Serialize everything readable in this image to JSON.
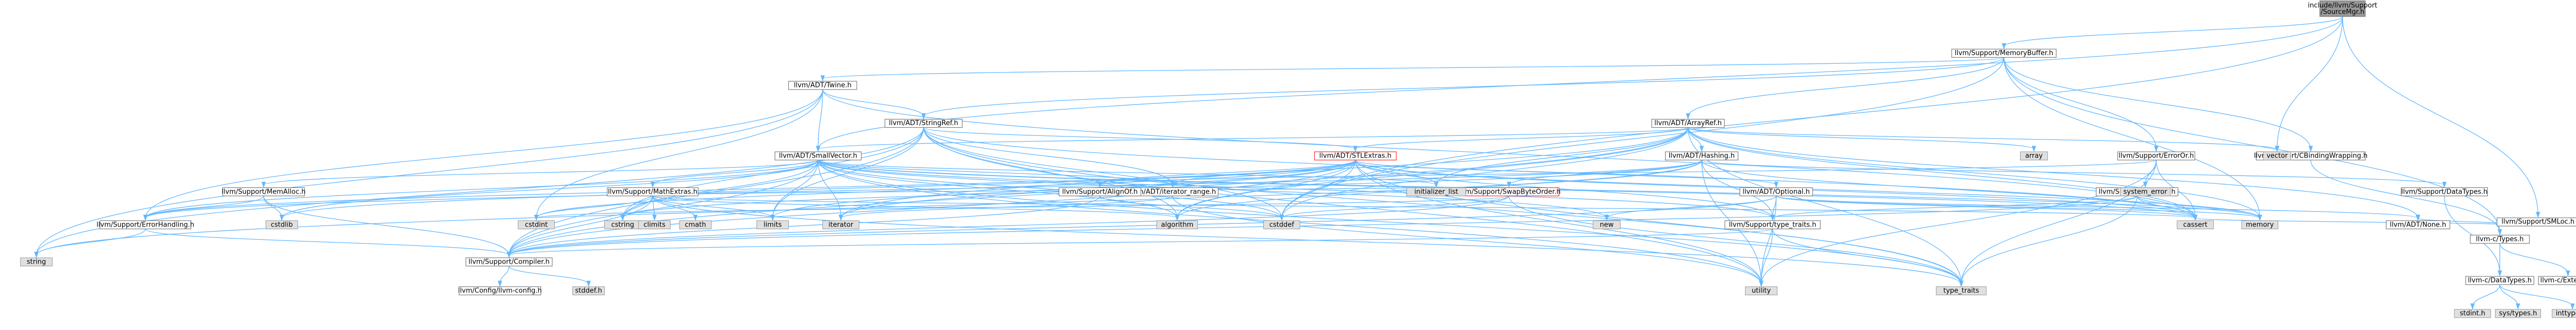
{
  "graph": {
    "nodes": [
      {
        "id": "root",
        "label": "include/llvm/Support\n/SourceMgr.h",
        "kind": "root"
      },
      {
        "id": "memorybuffer",
        "label": "llvm/Support/MemoryBuffer.h",
        "kind": "header"
      },
      {
        "id": "twine",
        "label": "llvm/ADT/Twine.h",
        "kind": "header"
      },
      {
        "id": "stringref",
        "label": "llvm/ADT/StringRef.h",
        "kind": "header"
      },
      {
        "id": "arrayref",
        "label": "llvm/ADT/ArrayRef.h",
        "kind": "header"
      },
      {
        "id": "smallvector",
        "label": "llvm/ADT/SmallVector.h",
        "kind": "header"
      },
      {
        "id": "stlextras",
        "label": "llvm/ADT/STLExtras.h",
        "kind": "highlight"
      },
      {
        "id": "hashing",
        "label": "llvm/ADT/Hashing.h",
        "kind": "header"
      },
      {
        "id": "erroror",
        "label": "llvm/Support/ErrorOr.h",
        "kind": "header"
      },
      {
        "id": "cbinding",
        "label": "llvm/Support/CBindingWrapping.h",
        "kind": "header"
      },
      {
        "id": "smloc",
        "label": "llvm/Support/SMLoc.h",
        "kind": "header"
      },
      {
        "id": "casting",
        "label": "llvm/Support/Casting.h",
        "kind": "header"
      },
      {
        "id": "datatypes_s",
        "label": "llvm/Support/DataTypes.h",
        "kind": "header"
      },
      {
        "id": "ctypes",
        "label": "llvm-c/Types.h",
        "kind": "header"
      },
      {
        "id": "cdatatypes",
        "label": "llvm-c/DataTypes.h",
        "kind": "header"
      },
      {
        "id": "externc",
        "label": "llvm-c/ExternC.h",
        "kind": "header"
      },
      {
        "id": "mathextras",
        "label": "llvm/Support/MathExtras.h",
        "kind": "header"
      },
      {
        "id": "iterator_range",
        "label": "llvm/ADT/iterator_range.h",
        "kind": "header"
      },
      {
        "id": "alignof",
        "label": "llvm/Support/AlignOf.h",
        "kind": "header"
      },
      {
        "id": "swapbyteorder",
        "label": "llvm/Support/SwapByteOrder.h",
        "kind": "highlight"
      },
      {
        "id": "optional",
        "label": "llvm/ADT/Optional.h",
        "kind": "header"
      },
      {
        "id": "memalloc",
        "label": "llvm/Support/MemAlloc.h",
        "kind": "header"
      },
      {
        "id": "errorhandling",
        "label": "llvm/Support/ErrorHandling.h",
        "kind": "header"
      },
      {
        "id": "compiler",
        "label": "llvm/Support/Compiler.h",
        "kind": "header"
      },
      {
        "id": "typetraits",
        "label": "llvm/Support/type_traits.h",
        "kind": "header"
      },
      {
        "id": "none",
        "label": "llvm/ADT/None.h",
        "kind": "header"
      },
      {
        "id": "config",
        "label": "llvm/Config/llvm-config.h",
        "kind": "header"
      },
      {
        "id": "array",
        "label": "array",
        "kind": "system"
      },
      {
        "id": "vector",
        "label": "vector",
        "kind": "system"
      },
      {
        "id": "system_error",
        "label": "system_error",
        "kind": "system"
      },
      {
        "id": "initializer_list",
        "label": "initializer_list",
        "kind": "system"
      },
      {
        "id": "new",
        "label": "new",
        "kind": "system"
      },
      {
        "id": "cstddef",
        "label": "cstddef",
        "kind": "system"
      },
      {
        "id": "cassert",
        "label": "cassert",
        "kind": "system"
      },
      {
        "id": "memory",
        "label": "memory",
        "kind": "system"
      },
      {
        "id": "algorithm",
        "label": "algorithm",
        "kind": "system"
      },
      {
        "id": "cstring",
        "label": "cstring",
        "kind": "system"
      },
      {
        "id": "cstdlib",
        "label": "cstdlib",
        "kind": "system"
      },
      {
        "id": "climits",
        "label": "climits",
        "kind": "system"
      },
      {
        "id": "cmath",
        "label": "cmath",
        "kind": "system"
      },
      {
        "id": "limits",
        "label": "limits",
        "kind": "system"
      },
      {
        "id": "iterator",
        "label": "iterator",
        "kind": "system"
      },
      {
        "id": "utility",
        "label": "utility",
        "kind": "system"
      },
      {
        "id": "type_traits",
        "label": "type_traits",
        "kind": "system"
      },
      {
        "id": "string",
        "label": "string",
        "kind": "system"
      },
      {
        "id": "cstdint",
        "label": "cstdint",
        "kind": "system"
      },
      {
        "id": "stdint",
        "label": "stdint.h",
        "kind": "system"
      },
      {
        "id": "systypes",
        "label": "sys/types.h",
        "kind": "system"
      },
      {
        "id": "inttypes",
        "label": "inttypes.h",
        "kind": "system"
      },
      {
        "id": "stddef",
        "label": "stddef.h",
        "kind": "system"
      }
    ],
    "edges": [
      [
        "root",
        "memorybuffer"
      ],
      [
        "root",
        "smallvector"
      ],
      [
        "root",
        "smloc"
      ],
      [
        "root",
        "vector"
      ],
      [
        "root",
        "cstddef"
      ],
      [
        "memorybuffer",
        "twine"
      ],
      [
        "memorybuffer",
        "arrayref"
      ],
      [
        "memorybuffer",
        "stringref"
      ],
      [
        "memorybuffer",
        "erroror"
      ],
      [
        "memorybuffer",
        "cbinding"
      ],
      [
        "memorybuffer",
        "ctypes"
      ],
      [
        "memorybuffer",
        "cstddef"
      ],
      [
        "memorybuffer",
        "memory"
      ],
      [
        "twine",
        "smallvector"
      ],
      [
        "twine",
        "stringref"
      ],
      [
        "twine",
        "errorhandling"
      ],
      [
        "twine",
        "cassert"
      ],
      [
        "twine",
        "cstdint"
      ],
      [
        "twine",
        "string"
      ],
      [
        "stringref",
        "stlextras"
      ],
      [
        "stringref",
        "iterator_range"
      ],
      [
        "stringref",
        "compiler"
      ],
      [
        "stringref",
        "algorithm"
      ],
      [
        "stringref",
        "cassert"
      ],
      [
        "stringref",
        "cstddef"
      ],
      [
        "stringref",
        "cstring"
      ],
      [
        "stringref",
        "limits"
      ],
      [
        "stringref",
        "string"
      ],
      [
        "stringref",
        "type_traits"
      ],
      [
        "stringref",
        "utility"
      ],
      [
        "arrayref",
        "hashing"
      ],
      [
        "arrayref",
        "none"
      ],
      [
        "arrayref",
        "smallvector"
      ],
      [
        "arrayref",
        "stlextras"
      ],
      [
        "arrayref",
        "compiler"
      ],
      [
        "arrayref",
        "algorithm"
      ],
      [
        "arrayref",
        "array"
      ],
      [
        "arrayref",
        "cassert"
      ],
      [
        "arrayref",
        "cstddef"
      ],
      [
        "arrayref",
        "initializer_list"
      ],
      [
        "arrayref",
        "iterator"
      ],
      [
        "arrayref",
        "memory"
      ],
      [
        "arrayref",
        "type_traits"
      ],
      [
        "arrayref",
        "vector"
      ],
      [
        "smallvector",
        "iterator_range"
      ],
      [
        "smallvector",
        "compiler"
      ],
      [
        "smallvector",
        "errorhandling"
      ],
      [
        "smallvector",
        "mathextras"
      ],
      [
        "smallvector",
        "memalloc"
      ],
      [
        "smallvector",
        "typetraits"
      ],
      [
        "smallvector",
        "algorithm"
      ],
      [
        "smallvector",
        "cassert"
      ],
      [
        "smallvector",
        "cstddef"
      ],
      [
        "smallvector",
        "cstdlib"
      ],
      [
        "smallvector",
        "cstring"
      ],
      [
        "smallvector",
        "initializer_list"
      ],
      [
        "smallvector",
        "iterator"
      ],
      [
        "smallvector",
        "limits"
      ],
      [
        "smallvector",
        "memory"
      ],
      [
        "smallvector",
        "new"
      ],
      [
        "smallvector",
        "type_traits"
      ],
      [
        "smallvector",
        "utility"
      ],
      [
        "stlextras",
        "optional"
      ],
      [
        "stlextras",
        "iterator_range"
      ],
      [
        "stlextras",
        "compiler"
      ],
      [
        "stlextras",
        "errorhandling"
      ],
      [
        "stlextras",
        "alignof"
      ],
      [
        "stlextras",
        "typetraits"
      ],
      [
        "stlextras",
        "algorithm"
      ],
      [
        "stlextras",
        "cassert"
      ],
      [
        "stlextras",
        "cstddef"
      ],
      [
        "stlextras",
        "cstdint"
      ],
      [
        "stlextras",
        "cstdlib"
      ],
      [
        "stlextras",
        "initializer_list"
      ],
      [
        "stlextras",
        "iterator"
      ],
      [
        "stlextras",
        "limits"
      ],
      [
        "stlextras",
        "memory"
      ],
      [
        "stlextras",
        "tuple"
      ],
      [
        "stlextras",
        "type_traits"
      ],
      [
        "stlextras",
        "utility"
      ],
      [
        "hashing",
        "datatypes_s"
      ],
      [
        "hashing",
        "errorhandling"
      ],
      [
        "hashing",
        "swapbyteorder"
      ],
      [
        "hashing",
        "typetraits"
      ],
      [
        "hashing",
        "algorithm"
      ],
      [
        "hashing",
        "cassert"
      ],
      [
        "hashing",
        "cstring"
      ],
      [
        "hashing",
        "string"
      ],
      [
        "hashing",
        "utility"
      ],
      [
        "erroror",
        "alignof"
      ],
      [
        "erroror",
        "cassert"
      ],
      [
        "erroror",
        "system_error"
      ],
      [
        "erroror",
        "type_traits"
      ],
      [
        "erroror",
        "utility"
      ],
      [
        "cbinding",
        "ctypes"
      ],
      [
        "smloc",
        "none"
      ],
      [
        "smloc",
        "cassert"
      ],
      [
        "casting",
        "compiler"
      ],
      [
        "casting",
        "typetraits"
      ],
      [
        "casting",
        "cassert"
      ],
      [
        "casting",
        "memory"
      ],
      [
        "casting",
        "type_traits"
      ],
      [
        "datatypes_s",
        "cdatatypes"
      ],
      [
        "ctypes",
        "cdatatypes"
      ],
      [
        "ctypes",
        "externc"
      ],
      [
        "cdatatypes",
        "inttypes"
      ],
      [
        "cdatatypes",
        "stdint"
      ],
      [
        "cdatatypes",
        "systypes"
      ],
      [
        "mathextras",
        "compiler"
      ],
      [
        "mathextras",
        "swapbyteorder"
      ],
      [
        "mathextras",
        "algorithm"
      ],
      [
        "mathextras",
        "cassert"
      ],
      [
        "mathextras",
        "climits"
      ],
      [
        "mathextras",
        "cmath"
      ],
      [
        "mathextras",
        "cstdint"
      ],
      [
        "mathextras",
        "cstring"
      ],
      [
        "mathextras",
        "limits"
      ],
      [
        "mathextras",
        "type_traits"
      ],
      [
        "iterator_range",
        "iterator"
      ],
      [
        "iterator_range",
        "utility"
      ],
      [
        "alignof",
        "compiler"
      ],
      [
        "alignof",
        "cstddef"
      ],
      [
        "swapbyteorder",
        "compiler"
      ],
      [
        "swapbyteorder",
        "cstddef"
      ],
      [
        "swapbyteorder",
        "cstdint"
      ],
      [
        "swapbyteorder",
        "type_traits"
      ],
      [
        "optional",
        "none"
      ],
      [
        "optional",
        "compiler"
      ],
      [
        "optional",
        "typetraits"
      ],
      [
        "optional",
        "cassert"
      ],
      [
        "optional",
        "memory"
      ],
      [
        "optional",
        "new"
      ],
      [
        "optional",
        "utility"
      ],
      [
        "memalloc",
        "compiler"
      ],
      [
        "memalloc",
        "errorhandling"
      ],
      [
        "memalloc",
        "cstdlib"
      ],
      [
        "errorhandling",
        "compiler"
      ],
      [
        "errorhandling",
        "string"
      ],
      [
        "compiler",
        "config"
      ],
      [
        "compiler",
        "stddef"
      ],
      [
        "typetraits",
        "compiler"
      ],
      [
        "typetraits",
        "type_traits"
      ],
      [
        "typetraits",
        "utility"
      ]
    ]
  }
}
